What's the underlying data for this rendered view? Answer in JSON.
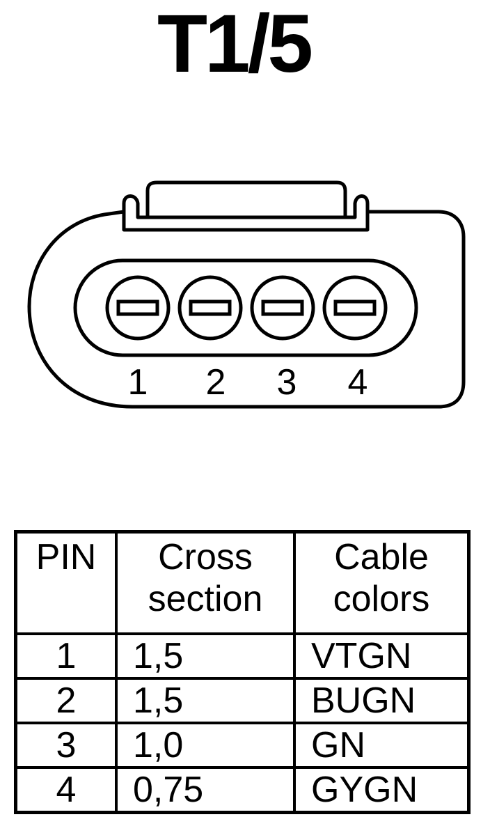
{
  "title": "T1/5",
  "connector": {
    "pin_numbers": [
      "1",
      "2",
      "3",
      "4"
    ]
  },
  "table": {
    "headers": {
      "pin": "PIN",
      "cross_section_line1": "Cross",
      "cross_section_line2": "section",
      "cable_colors_line1": "Cable",
      "cable_colors_line2": "colors"
    },
    "rows": [
      {
        "pin": "1",
        "cross_section": "1,5",
        "color": "VTGN"
      },
      {
        "pin": "2",
        "cross_section": "1,5",
        "color": "BUGN"
      },
      {
        "pin": "3",
        "cross_section": "1,0",
        "color": "GN"
      },
      {
        "pin": "4",
        "cross_section": "0,75",
        "color": "GYGN"
      }
    ]
  }
}
